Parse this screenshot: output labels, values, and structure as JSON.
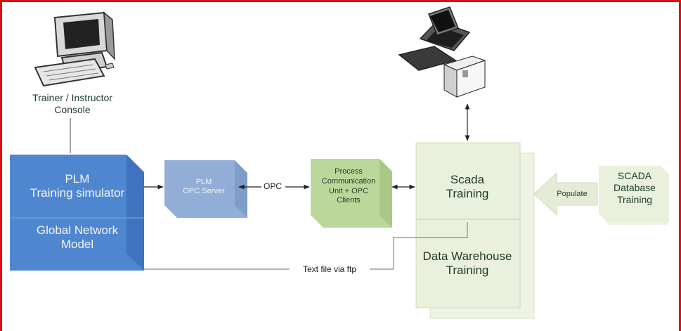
{
  "trainer_console": {
    "line1": "Trainer / Instructor",
    "line2": "Console"
  },
  "plm_simulator": {
    "line1": "PLM",
    "line2": "Training simulator"
  },
  "global_network": {
    "line1": "Global Network",
    "line2": "Model"
  },
  "opc_server": {
    "line1": "PLM",
    "line2": "OPC Server"
  },
  "opc_link_label": "OPC",
  "pcu": {
    "line1": "Process",
    "line2": "Communication",
    "line3": "Unit + OPC",
    "line4": "Clients"
  },
  "scada_training": {
    "line1": "Scada",
    "line2": "Training"
  },
  "data_warehouse": {
    "line1": "Data Warehouse",
    "line2": "Training"
  },
  "populate_label": "Populate",
  "scada_db": {
    "line1": "SCADA",
    "line2": "Database",
    "line3": "Training"
  },
  "ftp_label": "Text file via ftp",
  "colors": {
    "border": "#e01010",
    "plm_blue": "#4f86d0",
    "opc_blue": "#93aed6",
    "pcu_green": "#bcd79a",
    "scada_green": "#e9f0dc",
    "text_dark": "#1f3b2a"
  }
}
